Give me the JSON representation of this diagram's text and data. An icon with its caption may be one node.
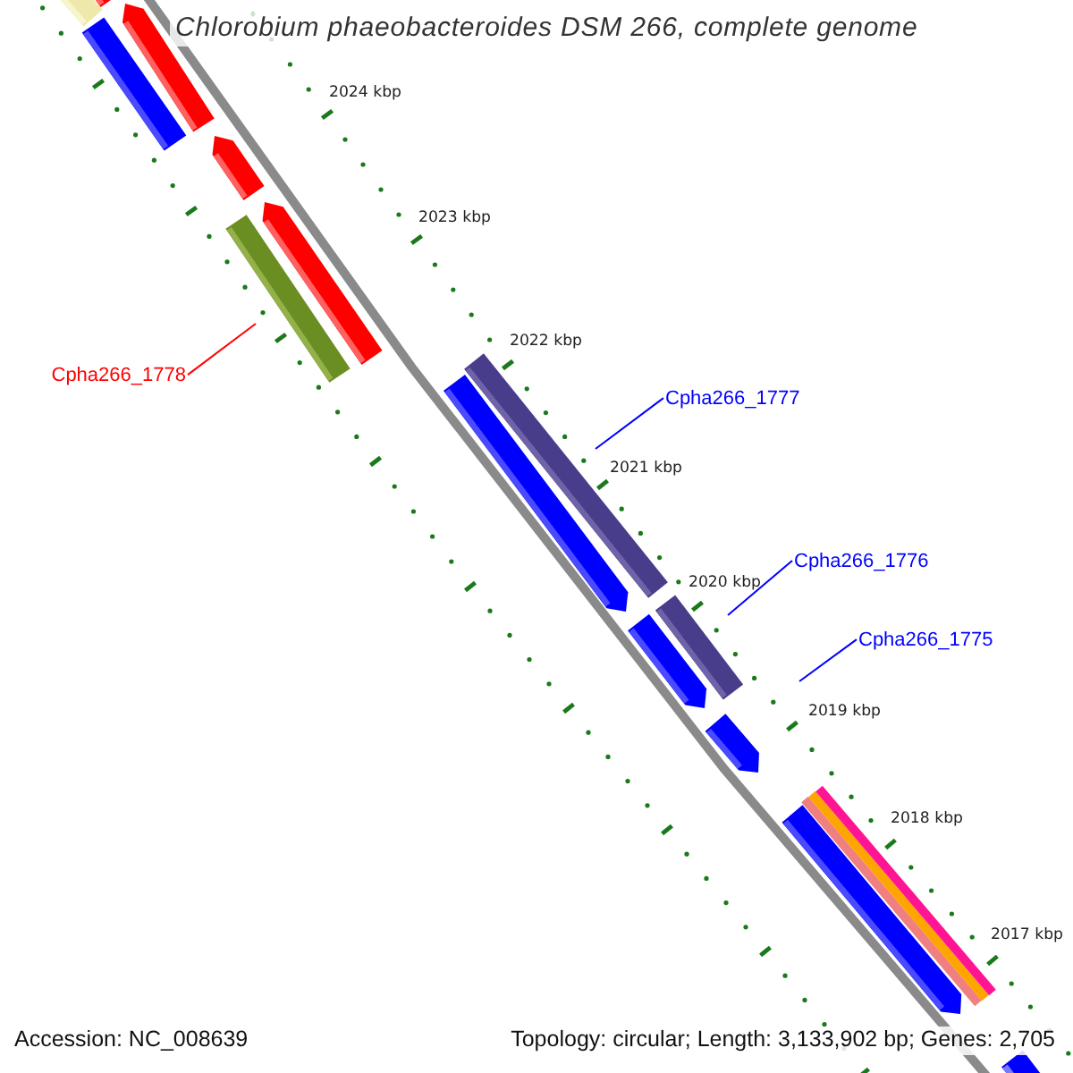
{
  "diagram": {
    "title": "Chlorobium phaeobacteroides DSM 266, complete genome",
    "nodes": [
      {
        "text": [
          "Cpha266_1778"
        ]
      },
      {
        "text": [
          "Cpha266_1777"
        ]
      },
      {
        "text": [
          "Cpha266_1776"
        ]
      },
      {
        "text": [
          "Cpha266_1775"
        ]
      }
    ],
    "edges": [
      {
        "from": 0,
        "to": null,
        "arrow": "none",
        "color": "#ff0000"
      },
      {
        "from": 1,
        "to": null,
        "arrow": "none"
      },
      {
        "from": 2,
        "to": null,
        "arrow": "none"
      },
      {
        "from": 3,
        "to": null,
        "arrow": "none"
      }
    ],
    "labels": [
      "2024 kbp",
      "2023 kbp",
      "2022 kbp",
      "2021 kbp",
      "2020 kbp",
      "2019 kbp",
      "2018 kbp",
      "2017 kbp",
      "Accession: NC_008639",
      "Topology: circular; Length: 3,133,902 bp; Genes: 2,705"
    ]
  }
}
